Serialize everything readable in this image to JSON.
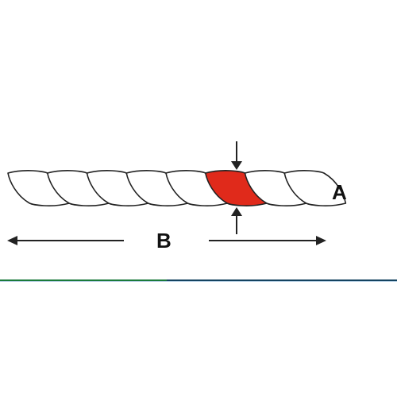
{
  "diagram": {
    "labels": {
      "a": "A",
      "b": "B"
    },
    "rope": {
      "strand_count": 8,
      "highlighted_strand": 6,
      "fill": "#ffffff",
      "outline": "#222222",
      "highlight_color": "#e02a1b"
    },
    "arrow_color": "#222222",
    "divider_colors": [
      "#1a7a3a",
      "#13326e"
    ]
  }
}
